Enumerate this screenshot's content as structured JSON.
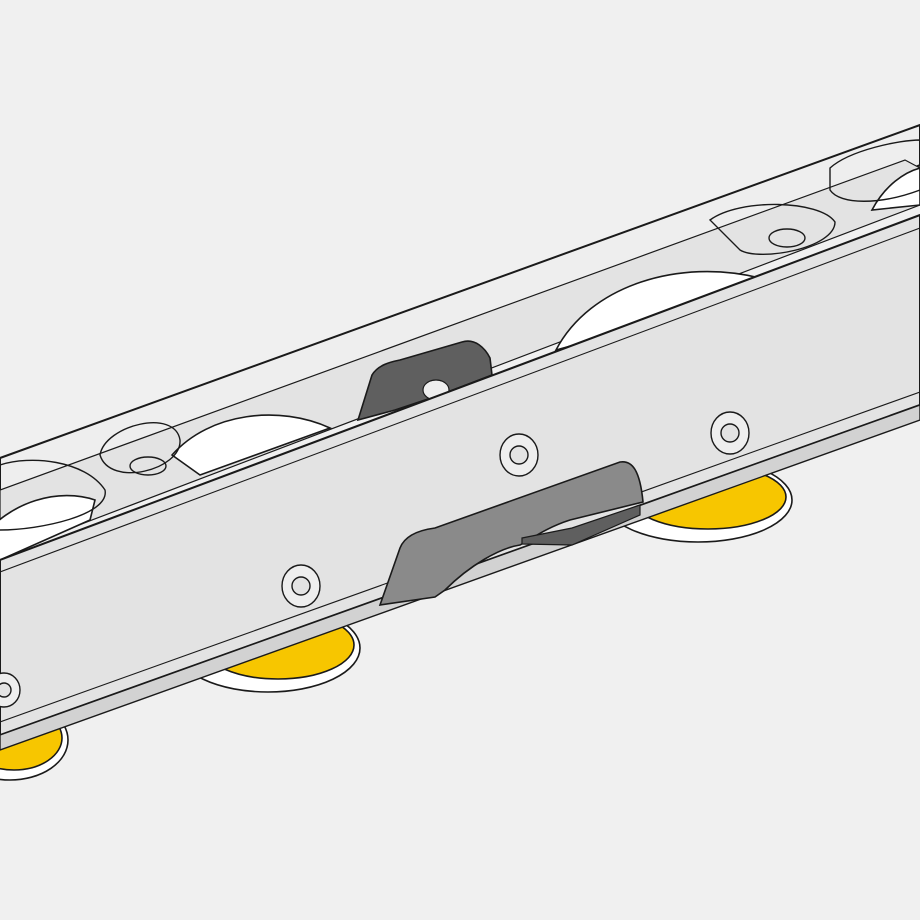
{
  "figure": {
    "subject": "roller-carriage",
    "colors": {
      "background": "#f0f0f0",
      "body": "#e3e3e3",
      "body_light": "#eeeeee",
      "body_dark": "#d2d2d2",
      "outline": "#1a1a1a",
      "wheel": "#ffffff",
      "wheel_tread": "#f7c600",
      "bracket": "#8a8a8a",
      "bracket_dark": "#5f5f5f"
    },
    "counts": {
      "visible_wheels": 6,
      "visible_screws": 5
    }
  }
}
